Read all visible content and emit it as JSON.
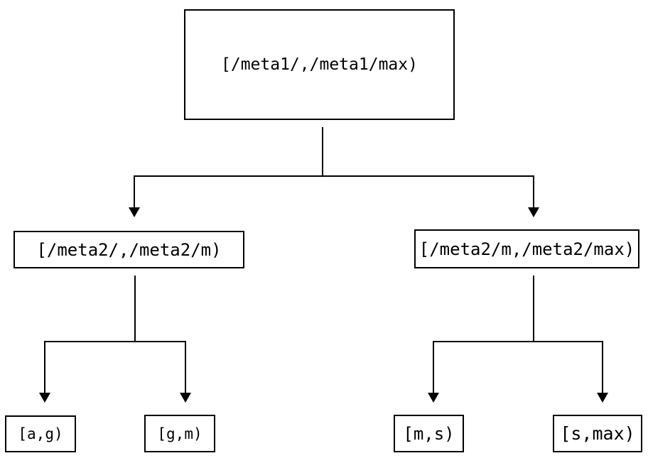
{
  "style": {
    "background_color": "#ffffff",
    "line_color": "#000000",
    "box_border_color": "#000000",
    "text_color": "#000000"
  },
  "icons": {
    "edge_terminal": "arrow-down-icon",
    "edge_terminal_glyph": "▼"
  },
  "nodes": {
    "root": {
      "label": "[/meta1/,/meta1/max)"
    },
    "left_mid": {
      "label": "[/meta2/,/meta2/m)"
    },
    "right_mid": {
      "label": "[/meta2/m,/meta2/max)"
    },
    "leaf_ag": {
      "label": "[a,g)"
    },
    "leaf_gm": {
      "label": "[g,m)"
    },
    "leaf_ms": {
      "label": "[m,s)"
    },
    "leaf_smax": {
      "label": "[s,max)"
    }
  },
  "edges": [
    {
      "from": "root",
      "to": "left_mid"
    },
    {
      "from": "root",
      "to": "right_mid"
    },
    {
      "from": "left_mid",
      "to": "leaf_ag"
    },
    {
      "from": "left_mid",
      "to": "leaf_gm"
    },
    {
      "from": "right_mid",
      "to": "leaf_ms"
    },
    {
      "from": "right_mid",
      "to": "leaf_smax"
    }
  ]
}
